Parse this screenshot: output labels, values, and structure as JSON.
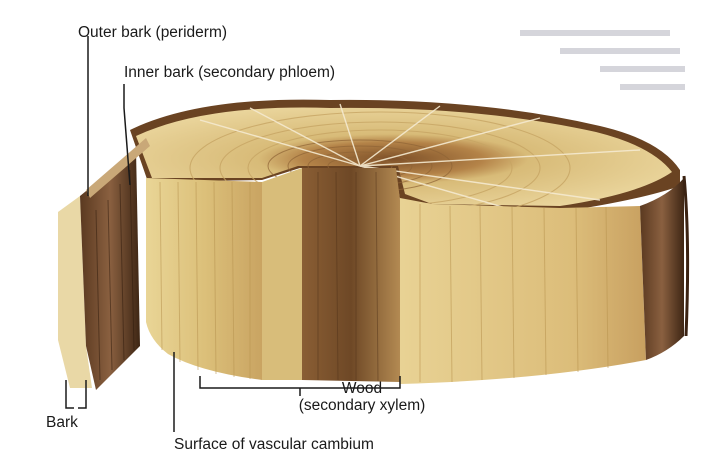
{
  "diagram": {
    "labels": {
      "outer_bark": "Outer bark (periderm)",
      "inner_bark": "Inner bark (secondary phloem)",
      "bark": "Bark",
      "wood_line1": "Wood",
      "wood_line2": "(secondary xylem)",
      "vascular_cambium": "Surface of vascular cambium"
    },
    "colors": {
      "bark_dark": "#4a2e1a",
      "bark_mid": "#7a5433",
      "wood_light": "#e8d497",
      "wood_mid": "#d5b770",
      "heartwood": "#9a6a3a",
      "leader": "#1a1a1a",
      "background": "#ffffff",
      "page_text_faint": "#8a8a9a"
    }
  }
}
